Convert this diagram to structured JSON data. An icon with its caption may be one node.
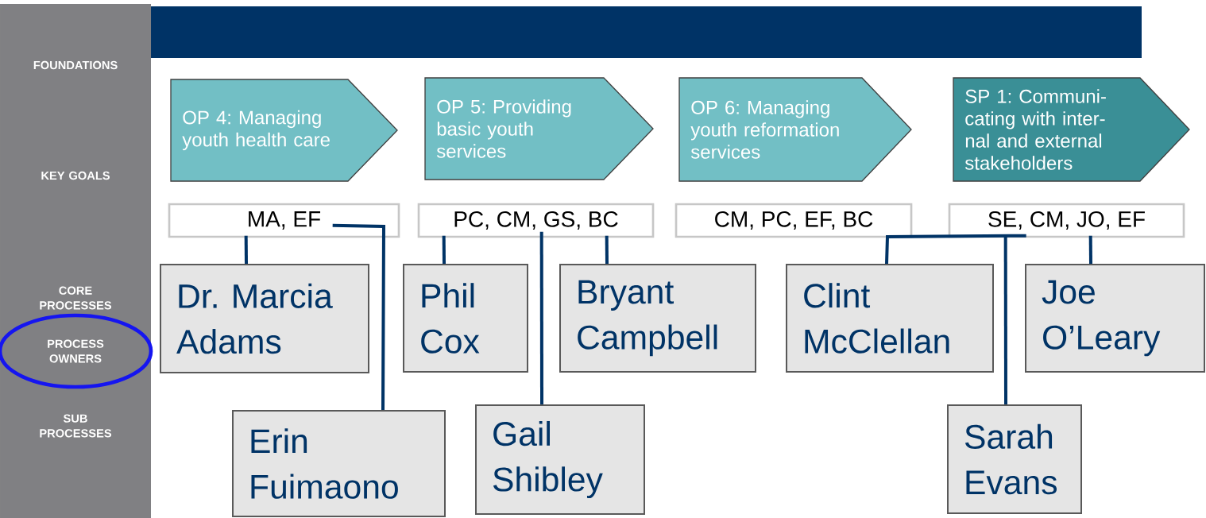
{
  "diagram": {
    "nodes": [
      {
        "text": [
          "FOUNDATIONS",
          "KEY GOALS",
          "CORE PROCESSES",
          "SUB PROCESSES"
        ]
      },
      {
        "text": [
          "PROCESS OWNERS"
        ],
        "in": 0
      },
      {
        "text": [
          "OP 4: Managing youth health care"
        ]
      },
      {
        "text": [
          "OP 5: Providing basic youth services"
        ]
      },
      {
        "text": [
          "OP 6: Managing youth reformation services"
        ]
      },
      {
        "text": [
          "SP 1: Communi- cating with inter- nal and external stakeholders"
        ]
      },
      {
        "text": [
          "MA, EF"
        ]
      },
      {
        "text": [
          "PC, CM, GS, BC"
        ]
      },
      {
        "text": [
          "CM, PC, EF, BC"
        ]
      },
      {
        "text": [
          "SE, CM, JO, EF"
        ]
      },
      {
        "text": [
          "Dr. Marcia Adams"
        ]
      },
      {
        "text": [
          "Phil Cox"
        ]
      },
      {
        "text": [
          "Bryant Campbell"
        ]
      },
      {
        "text": [
          "Clint McClellan"
        ]
      },
      {
        "text": [
          "Joe O’Leary"
        ]
      },
      {
        "text": [
          "Erin Fuimaono"
        ]
      },
      {
        "text": [
          "Gail Shibley"
        ]
      },
      {
        "text": [
          "Sarah Evans"
        ]
      }
    ],
    "edges": [
      {
        "from": 6,
        "to": 10,
        "arrow": "none"
      },
      {
        "from": 6,
        "to": 15,
        "arrow": "none"
      },
      {
        "from": 7,
        "to": 11,
        "arrow": "none"
      },
      {
        "from": 7,
        "to": 16,
        "arrow": "none"
      },
      {
        "from": 7,
        "to": 12,
        "arrow": "none"
      },
      {
        "from": 9,
        "to": 13,
        "arrow": "none"
      },
      {
        "from": 9,
        "to": 17,
        "arrow": "none"
      },
      {
        "from": 9,
        "to": 14,
        "arrow": "none"
      }
    ]
  }
}
